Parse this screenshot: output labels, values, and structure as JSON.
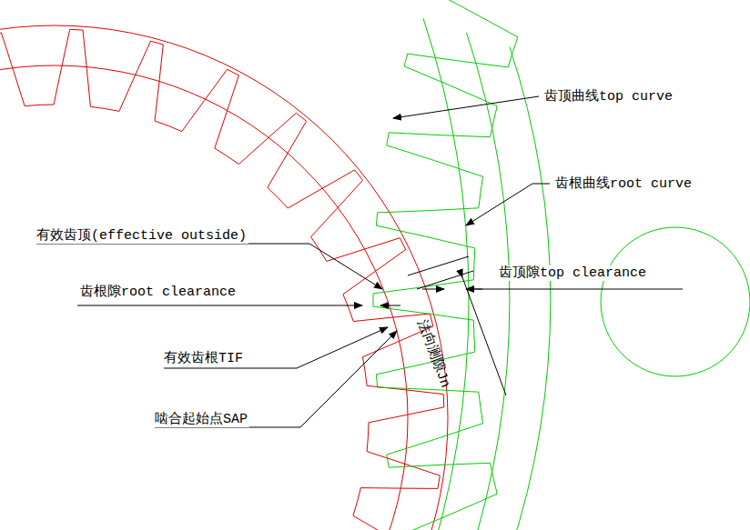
{
  "diagram": {
    "labels": [
      "齿顶曲线top curve",
      "齿根曲线root curve",
      "有效齿顶(effective outside)",
      "齿顶隙top clearance",
      "齿根隙root clearance",
      "法向测隙Jn",
      "有效齿根TIF",
      "啮合起始点SAP"
    ]
  }
}
